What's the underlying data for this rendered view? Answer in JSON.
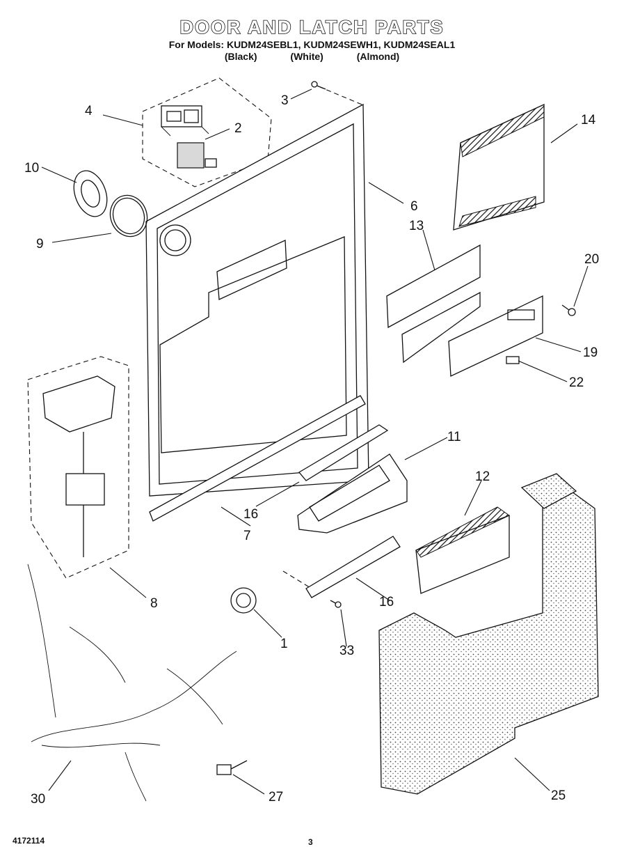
{
  "header": {
    "title": "DOOR AND LATCH PARTS",
    "models_line": "For Models: KUDM24SEBL1, KUDM24SEWH1, KUDM24SEAL1",
    "variants": [
      "(Black)",
      "(White)",
      "(Almond)"
    ]
  },
  "footer": {
    "part_number": "4172114",
    "page_number": "3"
  },
  "callouts": {
    "c1": "1",
    "c2": "2",
    "c3": "3",
    "c4": "4",
    "c6": "6",
    "c7": "7",
    "c8": "8",
    "c9": "9",
    "c10": "10",
    "c11": "11",
    "c12": "12",
    "c13": "13",
    "c14": "14",
    "c16a": "16",
    "c16b": "16",
    "c19": "19",
    "c20": "20",
    "c22": "22",
    "c25": "25",
    "c27": "27",
    "c30": "30",
    "c33": "33"
  }
}
